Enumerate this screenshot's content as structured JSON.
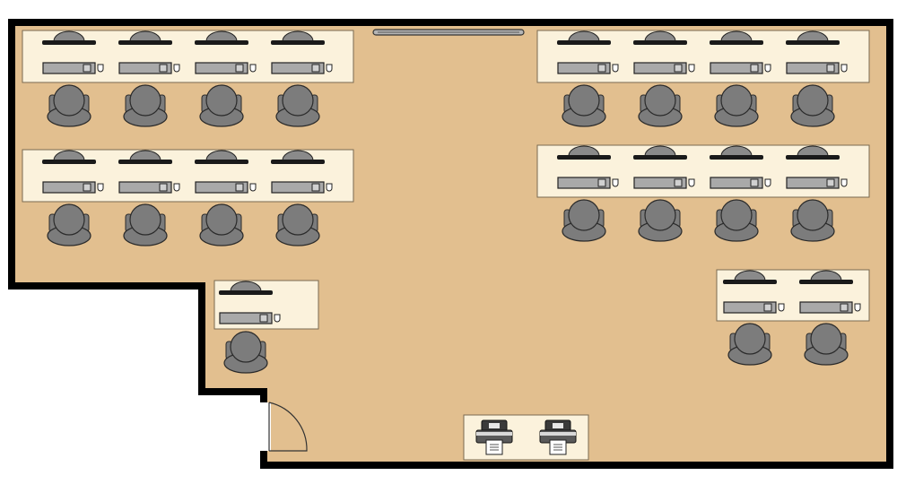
{
  "floor_plan": {
    "colors": {
      "wall": "#000000",
      "floor": "#e2bf8f",
      "desk": "#fbf2dc",
      "desk_edge": "#7a6a50",
      "chair": "#7c7c7c",
      "chair_edge": "#2a2a2a",
      "device": "#a9a9a9",
      "monitor": "#1a1a1a",
      "whiteboard": "#b5b5b5"
    },
    "workstation_groups": [
      {
        "name": "desk-group-top-left",
        "seats": 4
      },
      {
        "name": "desk-group-mid-left",
        "seats": 4
      },
      {
        "name": "desk-group-top-right",
        "seats": 4
      },
      {
        "name": "desk-group-mid-right",
        "seats": 4
      },
      {
        "name": "desk-single-center-left",
        "seats": 1
      },
      {
        "name": "desk-group-lower-right",
        "seats": 2
      }
    ],
    "printer_table": {
      "printers": 2
    },
    "icons": [
      "monitor-icon",
      "computer-tower-icon",
      "mouse-icon",
      "office-chair-icon",
      "printer-icon",
      "whiteboard-icon",
      "door-icon"
    ]
  }
}
